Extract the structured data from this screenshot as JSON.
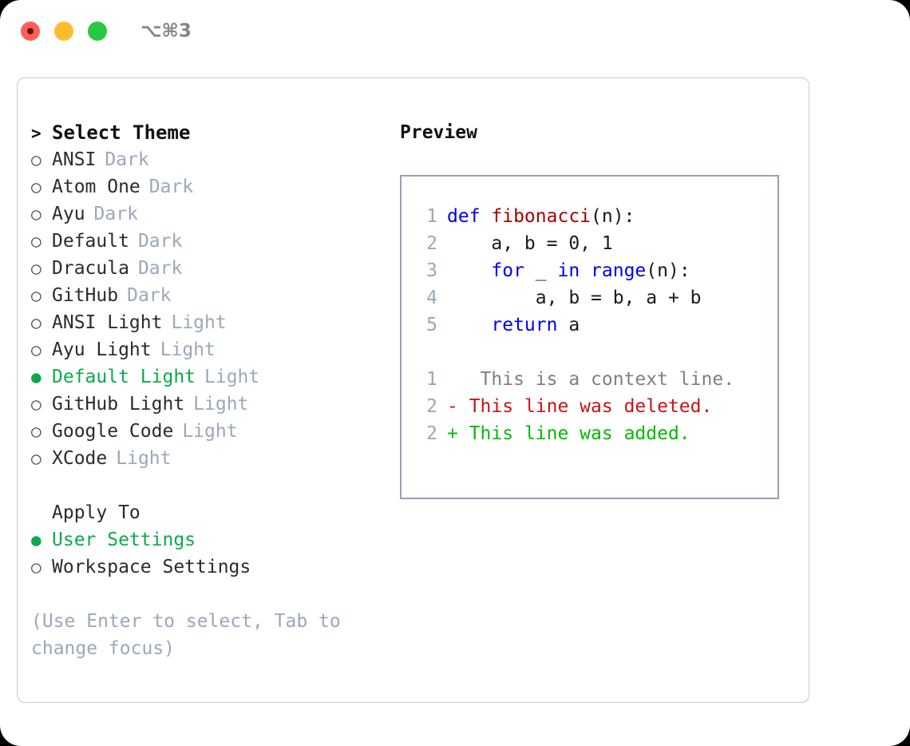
{
  "window": {
    "shortcut": "⌥⌘3",
    "traffic_lights": [
      "close-dot",
      "minimize-dot",
      "maximize-dot"
    ],
    "colors": {
      "close": "#ff5f57",
      "minimize": "#ffbd2e",
      "maximize": "#28c840",
      "accent_green": "#0caa4a",
      "muted": "#9aa8ba",
      "panel_border": "#c3cbd6",
      "preview_border": "#94a2b5"
    }
  },
  "theme_picker": {
    "header": {
      "prompt": ">",
      "title": "Select Theme"
    },
    "bullet_unselected": "○",
    "bullet_selected": "●",
    "items": [
      {
        "bullet": "○",
        "name": "ANSI",
        "tag": "Dark",
        "selected": false
      },
      {
        "bullet": "○",
        "name": "Atom One",
        "tag": "Dark",
        "selected": false
      },
      {
        "bullet": "○",
        "name": "Ayu",
        "tag": "Dark",
        "selected": false
      },
      {
        "bullet": "○",
        "name": "Default",
        "tag": "Dark",
        "selected": false
      },
      {
        "bullet": "○",
        "name": "Dracula",
        "tag": "Dark",
        "selected": false
      },
      {
        "bullet": "○",
        "name": "GitHub",
        "tag": "Dark",
        "selected": false
      },
      {
        "bullet": "○",
        "name": "ANSI Light",
        "tag": "Light",
        "selected": false
      },
      {
        "bullet": "○",
        "name": "Ayu Light",
        "tag": "Light",
        "selected": false
      },
      {
        "bullet": "●",
        "name": "Default Light",
        "tag": "Light",
        "selected": true
      },
      {
        "bullet": "○",
        "name": "GitHub Light",
        "tag": "Light",
        "selected": false
      },
      {
        "bullet": "○",
        "name": "Google Code",
        "tag": "Light",
        "selected": false
      },
      {
        "bullet": "○",
        "name": "XCode",
        "tag": "Light",
        "selected": false
      }
    ]
  },
  "apply_to": {
    "title": "Apply To",
    "options": [
      {
        "bullet": "●",
        "label": "User Settings",
        "selected": true
      },
      {
        "bullet": "○",
        "label": "Workspace Settings",
        "selected": false
      }
    ]
  },
  "hint": "(Use Enter to select, Tab to change focus)",
  "preview": {
    "title": "Preview",
    "code_lines": [
      {
        "number": "1",
        "parts": [
          {
            "text": "def ",
            "style": "kw"
          },
          {
            "text": "fibonacci",
            "style": "fn"
          },
          {
            "text": "(n):",
            "style": "pl"
          }
        ]
      },
      {
        "number": "2",
        "parts": [
          {
            "text": "    a, b = 0, 1",
            "style": "pl"
          }
        ]
      },
      {
        "number": "3",
        "parts": [
          {
            "text": "    ",
            "style": "pl"
          },
          {
            "text": "for",
            "style": "kw"
          },
          {
            "text": " _ ",
            "style": "pl"
          },
          {
            "text": "in",
            "style": "kw"
          },
          {
            "text": " ",
            "style": "pl"
          },
          {
            "text": "range",
            "style": "kw"
          },
          {
            "text": "(n):",
            "style": "pl"
          }
        ]
      },
      {
        "number": "4",
        "parts": [
          {
            "text": "        a, b = b, a + b",
            "style": "pl"
          }
        ]
      },
      {
        "number": "5",
        "parts": [
          {
            "text": "    ",
            "style": "pl"
          },
          {
            "text": "return",
            "style": "kw"
          },
          {
            "text": " a",
            "style": "pl"
          }
        ]
      }
    ],
    "diff_lines": [
      {
        "number": "1",
        "marker": " ",
        "text": "  This is a context line.",
        "style": "ctx"
      },
      {
        "number": "2",
        "marker": "-",
        "text": " This line was deleted.",
        "style": "del"
      },
      {
        "number": "2",
        "marker": "+",
        "text": " This line was added.",
        "style": "add"
      }
    ]
  }
}
